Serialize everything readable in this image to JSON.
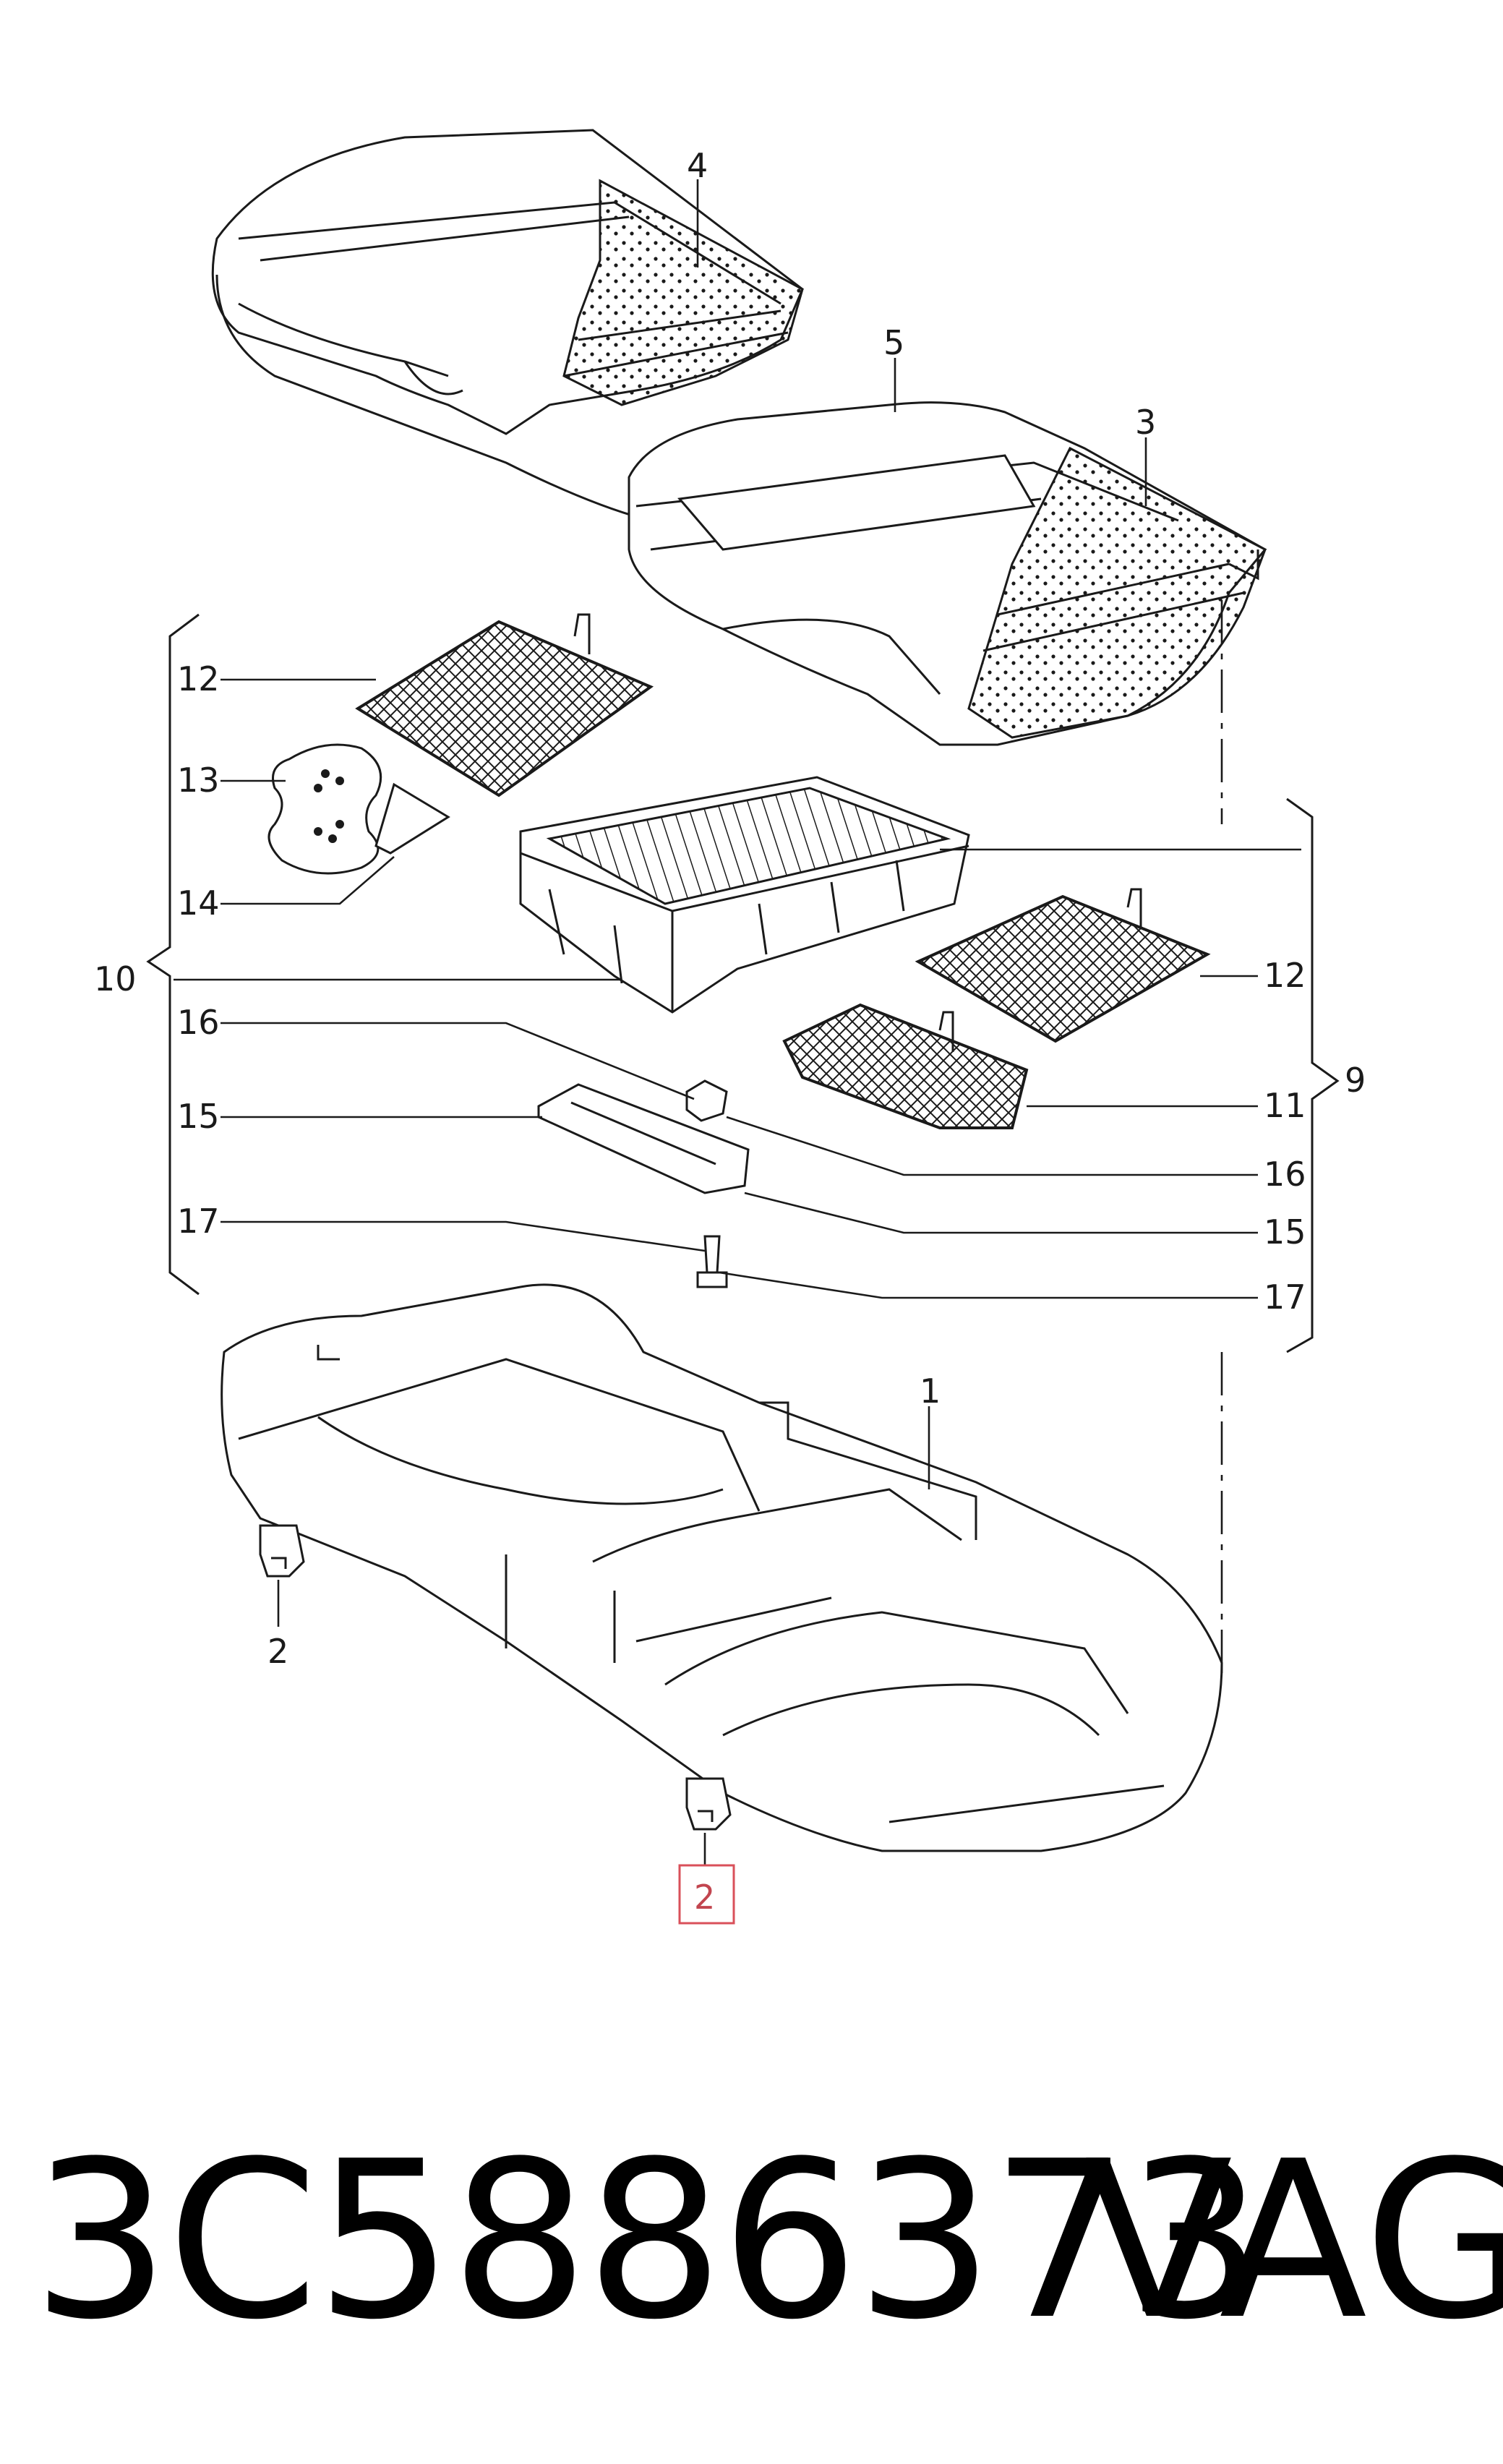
{
  "callouts": {
    "c4": "4",
    "c5": "5",
    "c3": "3",
    "c12_left": "12",
    "c13": "13",
    "c14": "14",
    "c10": "10",
    "c16_left": "16",
    "c15_left": "15",
    "c17_left": "17",
    "c12_right": "12",
    "c9": "9",
    "c11": "11",
    "c16_right": "16",
    "c15_right": "15",
    "c17_right": "17",
    "c1": "1",
    "c2_left": "2",
    "c2_highlight": "2"
  },
  "footer": {
    "part_number": "3C5886373",
    "brand": "VAG"
  },
  "colors": {
    "line": "#1a1a1a",
    "highlight": "#d9505a"
  }
}
